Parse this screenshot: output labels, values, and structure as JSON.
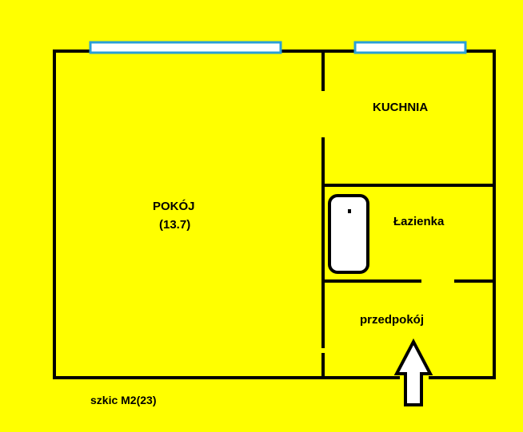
{
  "colors": {
    "background": "#ffff00",
    "walls": "#000000",
    "window_frame": "#2a9fd6",
    "window_glass": "#ffffff",
    "bathtub_fill": "#ffffff"
  },
  "rooms": {
    "pokoj": {
      "name": "POKÓJ",
      "area": "(13.7)"
    },
    "kuchnia": {
      "name": "KUCHNIA"
    },
    "lazienka": {
      "name": "Łazienka"
    },
    "przedpokoj": {
      "name": "przedpokój"
    }
  },
  "caption": "szkic M2(23)",
  "icons": {
    "entrance": "arrow-up-icon",
    "bathtub": "bathtub-icon",
    "window": "window-icon"
  }
}
